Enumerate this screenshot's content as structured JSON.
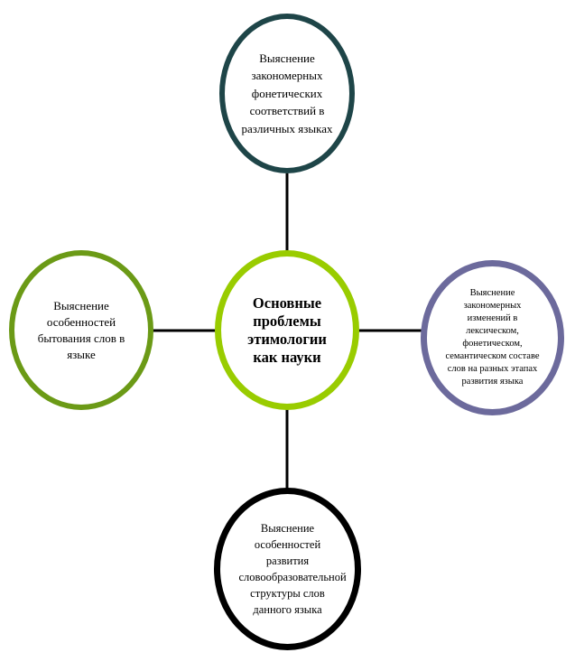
{
  "diagram": {
    "center": {
      "text": "Основные проблемы этимологии как науки",
      "color": "#99cc00"
    },
    "top": {
      "text": "Выяснение закономерных фонетических соответствий в различных языках",
      "color": "#1e4548"
    },
    "left": {
      "text": "Выяснение особенностей бытования слов в языке",
      "color": "#6b9a16"
    },
    "right": {
      "text": "Выяснение закономерных изменений в лексическом, фонетическом, семантическом составе слов на разных этапах развития языка",
      "color": "#6c6a9c"
    },
    "bottom": {
      "text": "Выяснение особенностей развития словообразовательной структуры слов данного языка",
      "color": "#000000"
    },
    "connector_color": "#000000"
  }
}
